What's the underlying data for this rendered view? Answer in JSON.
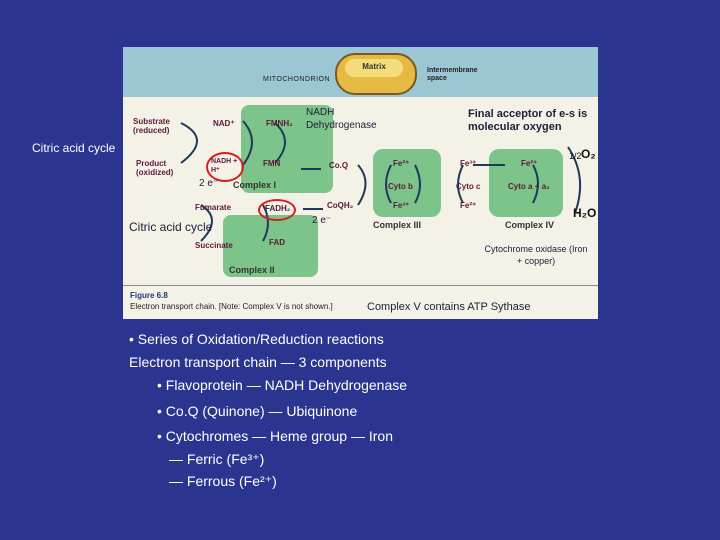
{
  "diagram": {
    "mito_label": "MITOCHONDRION",
    "matrix_label": "Matrix",
    "intermembrane_label": "Intermembrane space",
    "substrate_label": "Substrate (reduced)",
    "product_label": "Product (oxidized)",
    "nad_label": "NAD⁺",
    "nadh_label": "NADH + H⁺",
    "fmnh2_label": "FMNH₂",
    "fmn_label": "FMN",
    "complex1_label": "Complex I",
    "fumarate_label": "Fumarate",
    "fadh2_label": "FADH₂",
    "succinate_label": "Succinate",
    "fad_label": "FAD",
    "complex2_label": "Complex II",
    "coq_label": "Co.Q",
    "coqh2_label": "CoQH₂",
    "fe2_label": "Fe²⁺",
    "fe3_label": "Fe³⁺",
    "cytb_label": "Cyto b",
    "cytc_label": "Cyto c",
    "cytaa3_label": "Cyto a + a₃",
    "complex3_label": "Complex III",
    "complex4_label": "Complex IV",
    "half_label": "1/2",
    "o2_label": "O₂",
    "h2o_label": "H₂O",
    "figure_caption_title": "Figure 6.8",
    "figure_caption_text": "Electron transport chain. [Note: Complex V is not shown.]"
  },
  "annotations": {
    "nadh_dehydrogenase": "NADH Dehydrogenase",
    "final_acceptor": "Final acceptor of e-s is molecular oxygen",
    "citric_acid_cycle_1": "Citric acid cycle",
    "citric_acid_cycle_2": "Citric acid cycle",
    "two_e_1": "2 e⁻",
    "two_e_2": "2 e⁻",
    "cytochrome_oxidase": "Cytochrome oxidase (Iron + copper)",
    "complex_v": "Complex V contains ATP Sythase"
  },
  "bullets": {
    "b1": "• Series of Oxidation/Reduction reactions",
    "b2": "Electron transport chain — 3 components",
    "b3": "• Flavoprotein — NADH Dehydrogenase",
    "b4": "• Co.Q (Quinone) — Ubiquinone",
    "b5": "• Cytochromes — Heme group — Iron",
    "b6": "— Ferric (Fe³⁺)",
    "b7": "— Ferrous (Fe²⁺)"
  },
  "colors": {
    "background": "#2b3590",
    "figure_bg": "#f4f1e6",
    "complex_green": "#3e9e54",
    "highlight_red": "#d81e1e"
  }
}
